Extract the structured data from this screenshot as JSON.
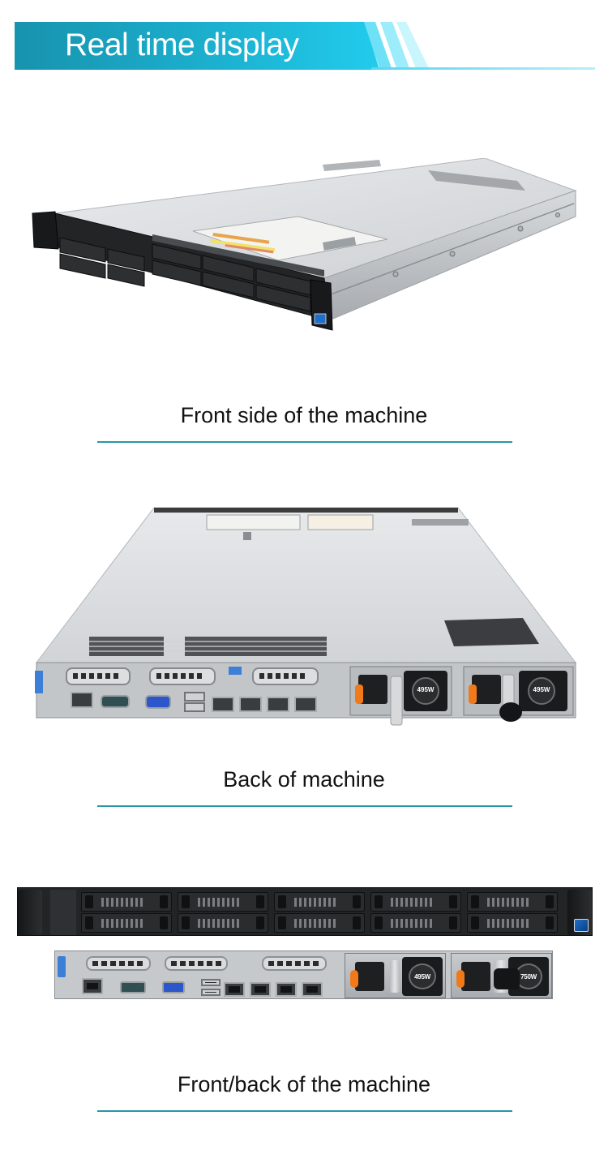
{
  "header": {
    "title": "Real time display",
    "colors": {
      "gradient_start": "#1793ae",
      "gradient_end": "#22cbec",
      "stripe_light": "#c9f5fd",
      "divider": "#2797a8"
    }
  },
  "sections": [
    {
      "id": "front",
      "caption": "Front side of the machine",
      "image": {
        "subject": "1U rack server, front three-quarter view",
        "drive_bays": 10,
        "badge": "intel-badge"
      }
    },
    {
      "id": "back",
      "caption": "Back of machine",
      "image": {
        "subject": "1U rack server, rear three-quarter view",
        "psus": [
          {
            "label": "495W"
          },
          {
            "label": "495W"
          }
        ],
        "network_ports": 4,
        "usb_ports": 2
      }
    },
    {
      "id": "front-back",
      "caption": "Front/back of the machine",
      "image": {
        "subject": "1U rack server, front panel and rear panel straight-on views",
        "drive_bays": 10,
        "psus": [
          {
            "label": "495W"
          },
          {
            "label": "750W"
          }
        ]
      }
    }
  ]
}
